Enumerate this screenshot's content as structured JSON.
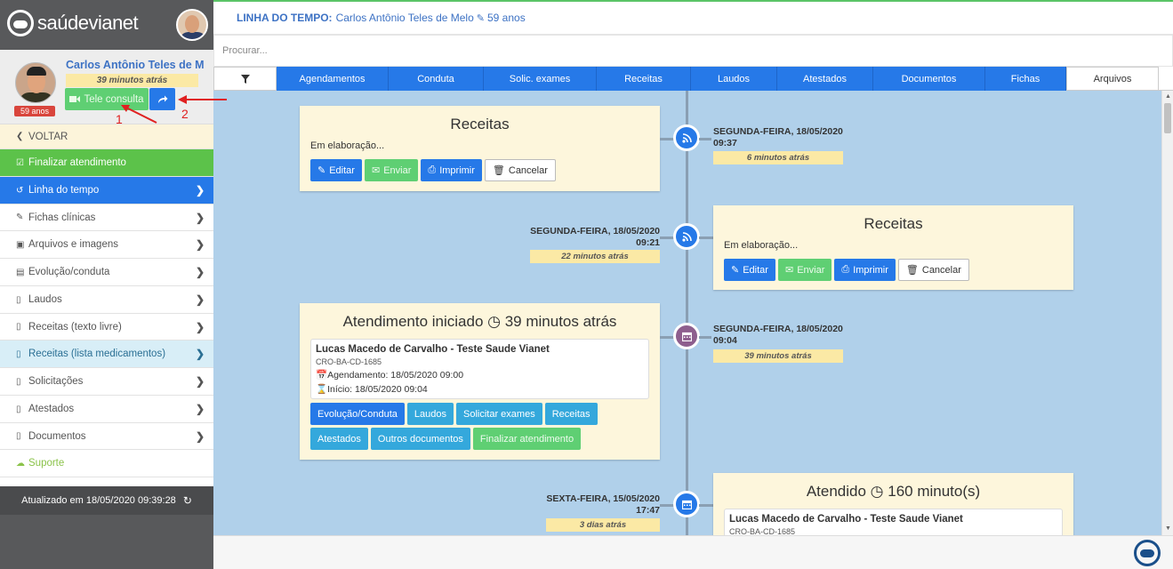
{
  "sidebar": {
    "logo_text": "saúdevianet",
    "patient": {
      "name": "Carlos Antônio Teles de M",
      "age_badge": "59 anos",
      "time_ago": "39 minutos atrás",
      "tele_button": "Tele consulta"
    },
    "annotations": [
      "1",
      "2"
    ],
    "back_label": "VOLTAR",
    "items": [
      {
        "label": "Finalizar atendimento",
        "icon": "check-square-icon",
        "style": "green"
      },
      {
        "label": "Linha do tempo",
        "icon": "history-icon",
        "style": "blue"
      },
      {
        "label": "Fichas clínicas",
        "icon": "edit-icon",
        "style": "normal"
      },
      {
        "label": "Arquivos e imagens",
        "icon": "file-image-icon",
        "style": "normal"
      },
      {
        "label": "Evolução/conduta",
        "icon": "briefcase-medical-icon",
        "style": "normal"
      },
      {
        "label": "Laudos",
        "icon": "file-icon",
        "style": "normal"
      },
      {
        "label": "Receitas (texto livre)",
        "icon": "file-icon",
        "style": "normal"
      },
      {
        "label": "Receitas (lista medicamentos)",
        "icon": "file-icon",
        "style": "active"
      },
      {
        "label": "Solicitações",
        "icon": "file-icon",
        "style": "normal"
      },
      {
        "label": "Atestados",
        "icon": "file-icon",
        "style": "normal"
      },
      {
        "label": "Documentos",
        "icon": "file-icon",
        "style": "normal"
      },
      {
        "label": "Suporte",
        "icon": "comments-icon",
        "style": "support"
      }
    ],
    "footer_status": "Atualizado em 18/05/2020 09:39:28"
  },
  "header": {
    "label": "LINHA DO TEMPO:",
    "patient_name": "Carlos Antônio Teles de Melo",
    "age": "59 anos"
  },
  "search": {
    "placeholder": "Procurar..."
  },
  "tabs": [
    "Agendamentos",
    "Conduta",
    "Solic. exames",
    "Receitas",
    "Laudos",
    "Atestados",
    "Documentos",
    "Fichas",
    "Arquivos"
  ],
  "timeline": {
    "entries": [
      {
        "side": "left",
        "title": "Receitas",
        "text": "Em elaboração...",
        "buttons": [
          "Editar",
          "Enviar",
          "Imprimir",
          "Cancelar"
        ],
        "day": "SEGUNDA-FEIRA, 18/05/2020",
        "time": "09:37",
        "ago": "6 minutos atrás",
        "icon": "rss-icon"
      },
      {
        "side": "right",
        "title": "Receitas",
        "text": "Em elaboração...",
        "buttons": [
          "Editar",
          "Enviar",
          "Imprimir",
          "Cancelar"
        ],
        "day": "SEGUNDA-FEIRA, 18/05/2020",
        "time": "09:21",
        "ago": "22 minutos atrás",
        "icon": "rss-icon"
      },
      {
        "side": "left",
        "title": "Atendimento iniciado",
        "title_suffix": "39 minutos atrás",
        "doctor": "Lucas Macedo de Carvalho - Teste Saude Vianet",
        "cro": "CRO-BA-CD-1685",
        "scheduled": "Agendamento: 18/05/2020 09:00",
        "start": "Início: 18/05/2020 09:04",
        "buttons_row1": [
          "Evolução/Conduta",
          "Laudos",
          "Solicitar exames",
          "Receitas"
        ],
        "buttons_row2": [
          "Atestados",
          "Outros documentos",
          "Finalizar atendimento"
        ],
        "day": "SEGUNDA-FEIRA, 18/05/2020",
        "time": "09:04",
        "ago": "39 minutos atrás",
        "icon": "calendar-icon"
      },
      {
        "side": "right",
        "title": "Atendido",
        "title_suffix": "160 minuto(s)",
        "doctor": "Lucas Macedo de Carvalho - Teste Saude Vianet",
        "cro": "CRO-BA-CD-1685",
        "day": "SEXTA-FEIRA, 15/05/2020",
        "time": "17:47",
        "ago": "3 dias atrás",
        "icon": "calendar-icon"
      }
    ]
  },
  "colors": {
    "blue": "#2679e8",
    "green": "#5fcf73",
    "timeline_bg": "#b0d0ea",
    "card_bg": "#fdf6dc",
    "badge_yellow": "#fbe9a5",
    "logo_bar": "#58595b"
  }
}
